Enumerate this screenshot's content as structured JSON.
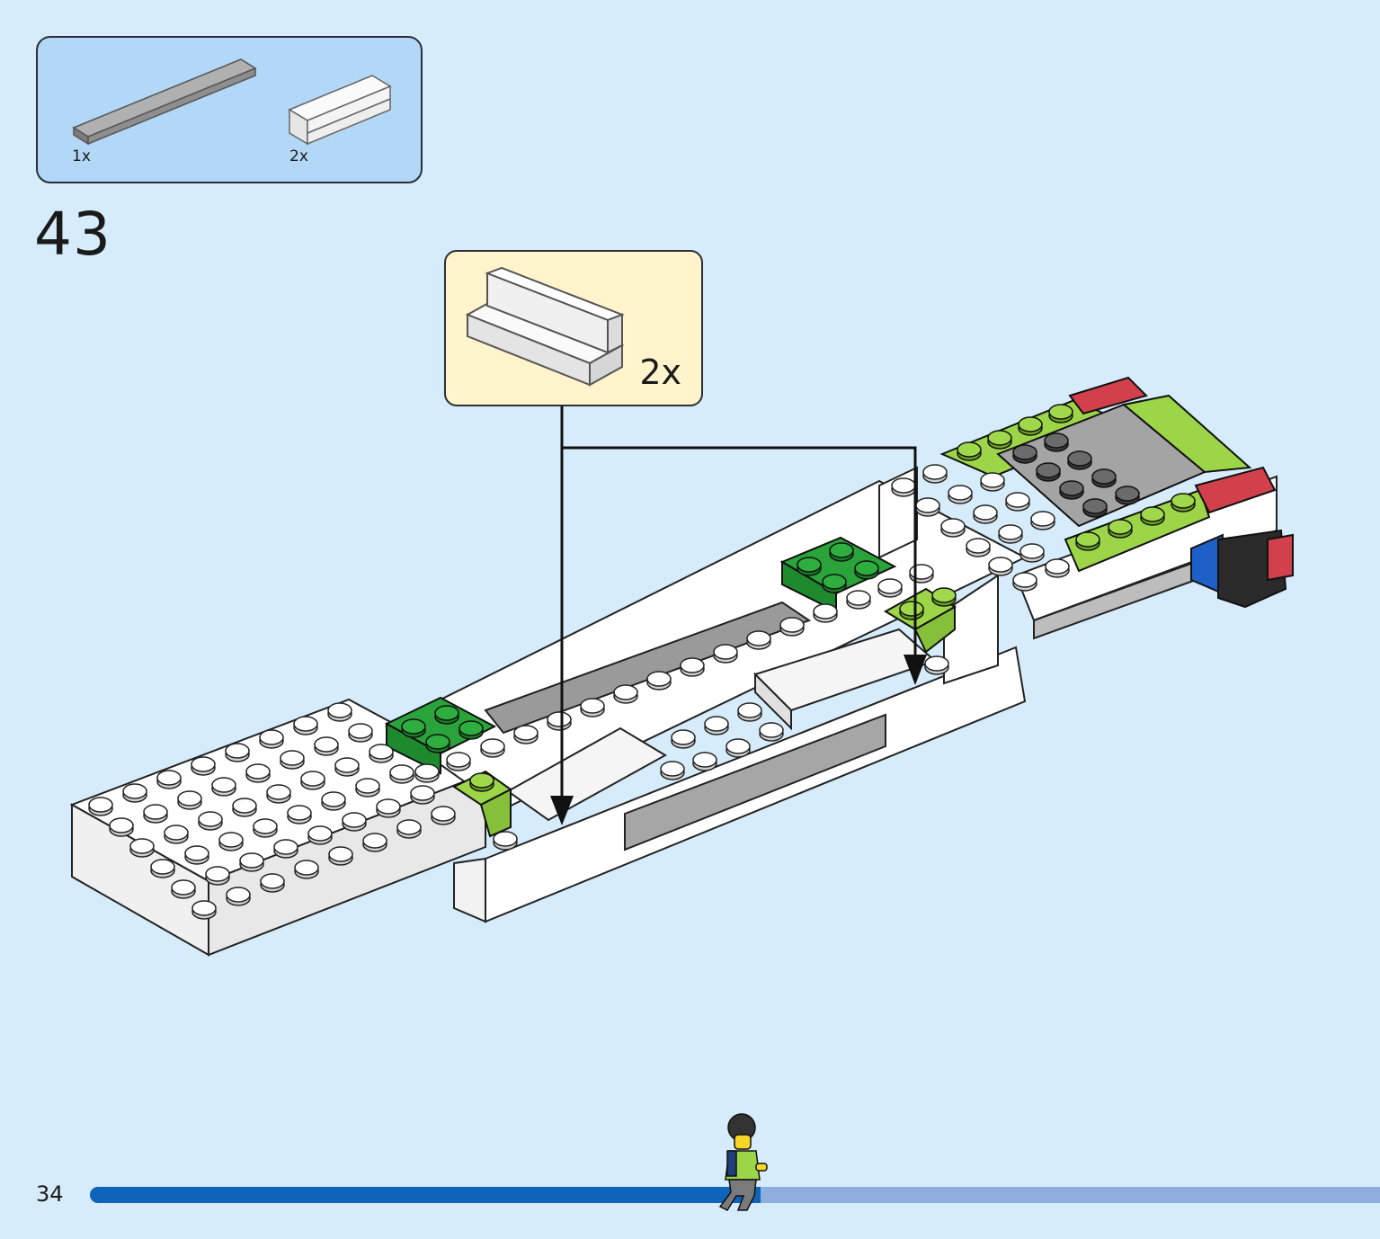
{
  "parts_list": {
    "items": [
      {
        "name": "grey-tile-icon",
        "count": "1x",
        "color": "#a8a8a8"
      },
      {
        "name": "white-bracket-icon",
        "count": "2x",
        "color": "#ffffff"
      }
    ]
  },
  "step": {
    "number": "43"
  },
  "callout": {
    "icon": "white-bracket-icon",
    "quantity": "2x",
    "background": "#fff4cc"
  },
  "page": {
    "number": "34"
  },
  "progress": {
    "fraction": 0.52,
    "fill_color": "#0e64b8",
    "track_color": "#8eaedc"
  },
  "colors": {
    "page_background": "#d6ecfb",
    "parts_box_background": "#b3d7f6",
    "white_brick": "#ffffff",
    "dark_green_brick": "#2aa43a",
    "lime_brick": "#9cd648",
    "grey_brick": "#a0a0a0",
    "red_brick": "#d2414b",
    "blue_brick": "#1f5fc8"
  }
}
